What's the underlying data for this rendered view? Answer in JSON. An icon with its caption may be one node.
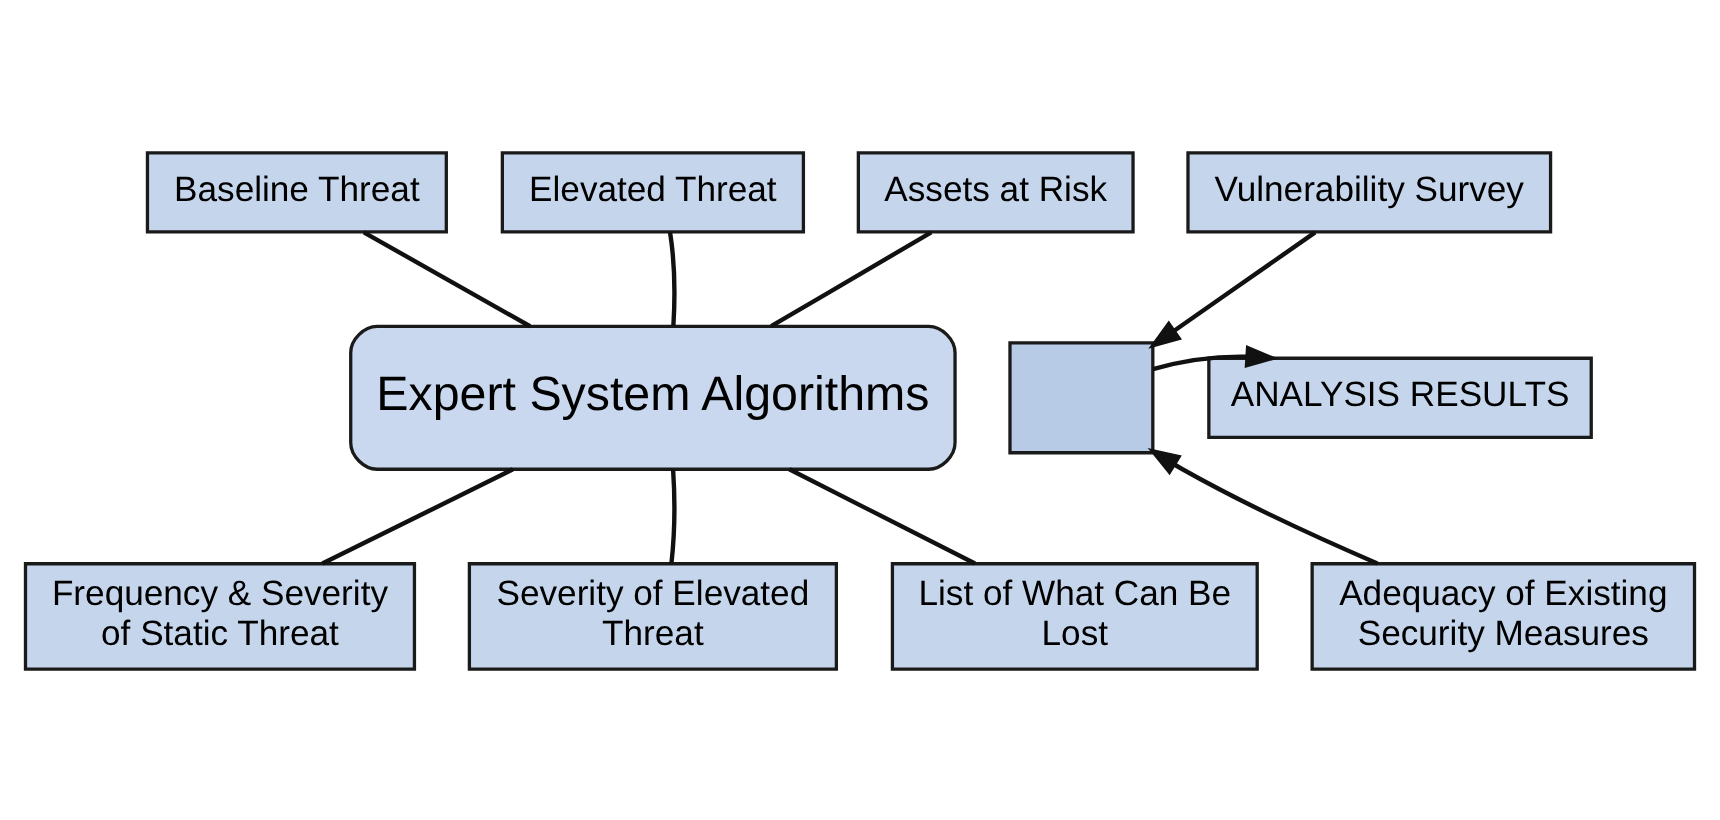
{
  "diagram": {
    "nodes": [
      {
        "text": [
          "Baseline Threat"
        ]
      },
      {
        "text": [
          "Elevated Threat"
        ]
      },
      {
        "text": [
          "Assets at Risk"
        ]
      },
      {
        "text": [
          "Vulnerability Survey"
        ]
      },
      {
        "text": [
          "Expert System Algorithms"
        ]
      },
      {
        "text": [],
        "shape": "box"
      },
      {
        "text": [
          "ANALYSIS RESULTS"
        ]
      },
      {
        "text": [
          "Frequency & Severity of Static Threat"
        ]
      },
      {
        "text": [
          "Adequacy of Existing Security Measures"
        ]
      },
      {
        "text": [
          "Severity of Elevated Threat"
        ]
      },
      {
        "text": [
          "List of What Can Be Lost"
        ]
      }
    ],
    "edges": [
      {
        "from": 0,
        "to": 4,
        "arrow": "none"
      },
      {
        "from": 1,
        "to": 4,
        "arrow": "none"
      },
      {
        "from": 2,
        "to": 4,
        "arrow": "none"
      },
      {
        "from": 3,
        "to": 5,
        "arrow": "to"
      },
      {
        "from": 5,
        "to": 6,
        "arrow": "to"
      },
      {
        "from": 7,
        "to": 4,
        "arrow": "none"
      },
      {
        "from": 8,
        "to": 5,
        "arrow": "to"
      },
      {
        "from": 9,
        "to": 4,
        "arrow": "none"
      },
      {
        "from": 10,
        "to": 4,
        "arrow": "none"
      }
    ]
  }
}
